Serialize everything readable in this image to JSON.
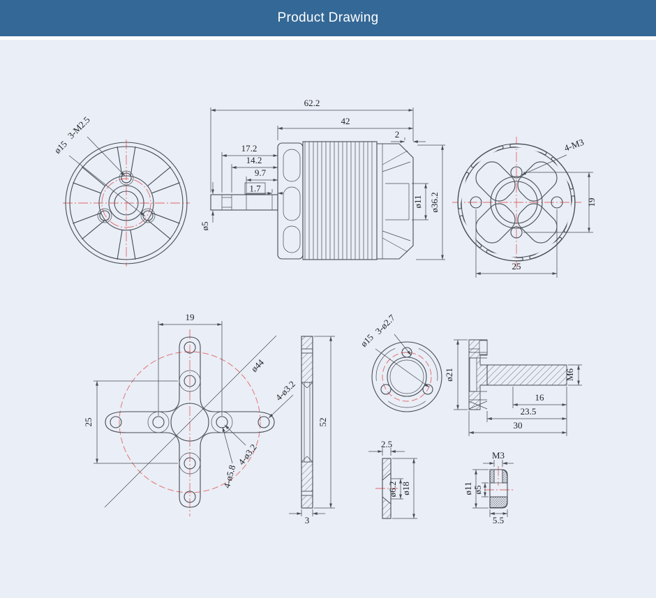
{
  "header": {
    "title": "Product Drawing"
  },
  "colors": {
    "header_bg": "#346896",
    "background": "#eaeef6",
    "line": "#474c55",
    "accent_red": "#e06868",
    "title_fg": "#ffffff"
  },
  "drawing": {
    "front_view": {
      "label_holes": "3-M2.5",
      "label_bolt_circle": "ø15"
    },
    "side_view": {
      "dim_overall": "62.2",
      "dim_body": "42",
      "dim_rear_gap": "2",
      "dim_shaft_a": "17.2",
      "dim_shaft_b": "14.2",
      "dim_shaft_c": "9.7",
      "dim_shaft_d": "1.7",
      "dim_shaft_dia": "ø5",
      "dim_hub_dia": "ø11",
      "dim_body_dia": "ø36.2"
    },
    "rear_view": {
      "label_holes": "4-M3",
      "dim_hole_spacing_v": "19",
      "dim_hole_spacing_h": "25"
    },
    "mount_view": {
      "dim_hole_spacing_h": "19",
      "dim_hole_spacing_v": "25",
      "dim_circle": "ø44",
      "label_holes_outer": "4-ø3.2",
      "label_holes_inner": "4-ø3.2",
      "label_holes_cbore": "4-ø5.8"
    },
    "mount_section": {
      "dim_height": "52",
      "dim_thickness": "3"
    },
    "adapter_front": {
      "label_holes": "3-ø2.7",
      "dim_bolt_circle": "ø15"
    },
    "adapter_section": {
      "dim_head_dia": "ø21",
      "dim_thread": "M6",
      "dim_thread_len": "16",
      "dim_shaft_len": "23.5",
      "dim_total_len": "30"
    },
    "washer_section": {
      "dim_thickness": "2.5",
      "dim_bore_dia": "ø6.2",
      "dim_outer_dia": "ø18"
    },
    "collar_section": {
      "dim_thread": "M3",
      "dim_outer_dia": "ø11",
      "dim_bore_dia": "ø5",
      "dim_width": "5.5"
    }
  }
}
